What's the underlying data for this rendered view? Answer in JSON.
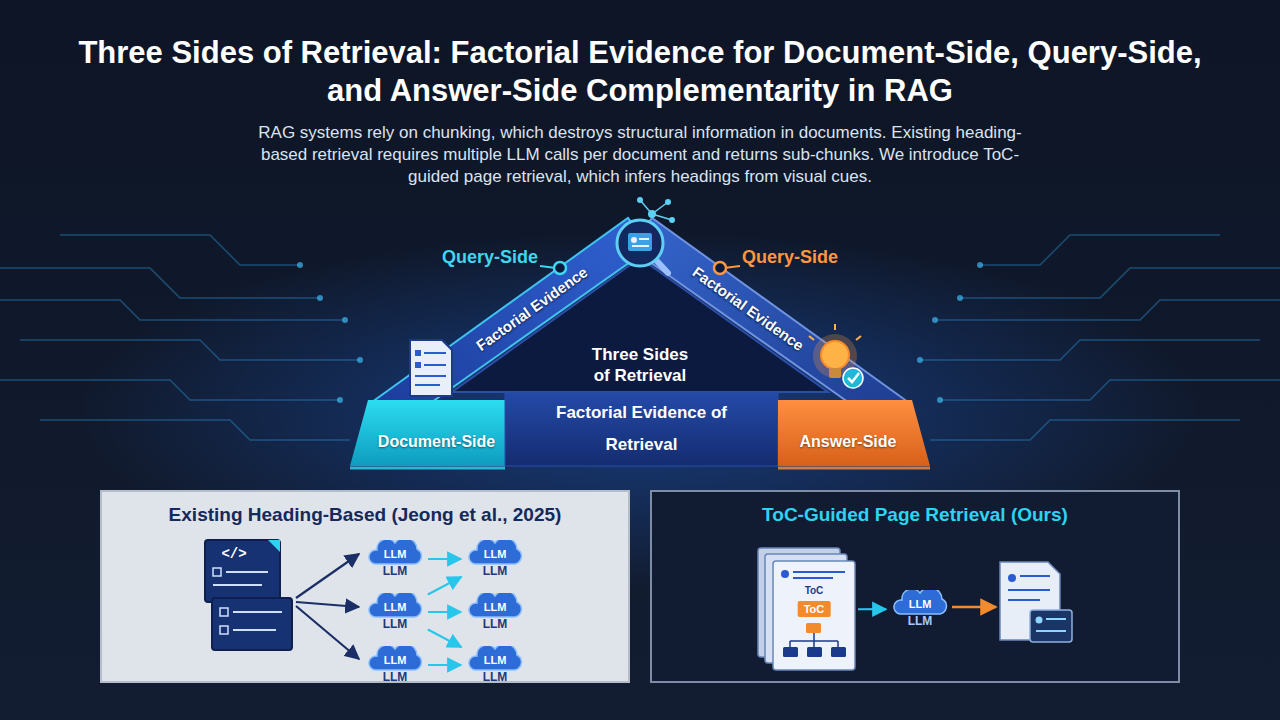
{
  "diagram": {
    "title": "Three Sides of Retrieval: Factorial Evidence for Document-Side, Query-Side, and Answer-Side Complementarity in RAG",
    "caption": "RAG systems rely on chunking, which destroys structural information in documents. Existing heading-based retrieval requires multiple LLM calls per document and returns sub-chunks. We introduce ToC-guided page retrieval, which infers headings from visual cues.",
    "nodes": [
      {
        "text": [
          "Factorial Evidence"
        ]
      },
      {
        "text": [
          "Factorial Evidence"
        ]
      },
      {
        "text": [
          "Document-Side"
        ]
      },
      {
        "text": [
          "Factorial Evidence of Retrieval"
        ]
      },
      {
        "text": [
          "Answer-Side"
        ]
      },
      {
        "text": [
          "Existing Heading-Based (Jeong et al., 2025)"
        ]
      },
      {
        "text": [
          "LLM",
          "LLM"
        ],
        "in": 5
      },
      {
        "text": [
          "LLM",
          "LLM"
        ],
        "in": 5
      },
      {
        "text": [
          "LLM",
          "LLM"
        ],
        "in": 5
      },
      {
        "text": [
          "LLM",
          "LLM"
        ],
        "in": 5
      },
      {
        "text": [
          "LLM",
          "LLM"
        ],
        "in": 5
      },
      {
        "text": [
          "LLM",
          "LLM"
        ],
        "in": 5
      },
      {
        "text": [
          "ToC-Guided Page Retrieval (Ours)"
        ]
      },
      {
        "text": [
          "ToC",
          "ToC"
        ],
        "in": 12
      },
      {
        "text": [
          "LLM",
          "LLM"
        ],
        "in": 12
      }
    ],
    "edges": [
      {
        "from": 6,
        "to": 7,
        "arrow": "to"
      },
      {
        "from": 8,
        "to": 7,
        "arrow": "to"
      },
      {
        "from": 8,
        "to": 9,
        "arrow": "to"
      },
      {
        "from": 8,
        "to": 11,
        "arrow": "to"
      },
      {
        "from": 10,
        "to": 11,
        "arrow": "to"
      },
      {
        "from": 13,
        "to": 14,
        "arrow": "to"
      }
    ],
    "labels": [
      "Query-Side",
      "Query-Side",
      "Three Sides of Retrieval",
      "</>"
    ]
  }
}
